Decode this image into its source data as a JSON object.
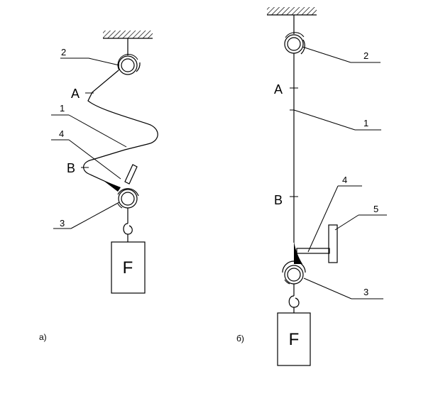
{
  "diagram_a": {
    "caption": "а)",
    "point_a": "A",
    "point_b": "B",
    "label_1": "1",
    "label_2": "2",
    "label_3": "3",
    "label_4": "4",
    "mass_label": "F"
  },
  "diagram_b": {
    "caption": "б)",
    "point_a": "A",
    "point_b": "B",
    "label_1": "1",
    "label_2": "2",
    "label_3": "3",
    "label_4": "4",
    "label_5": "5",
    "mass_label": "F"
  }
}
